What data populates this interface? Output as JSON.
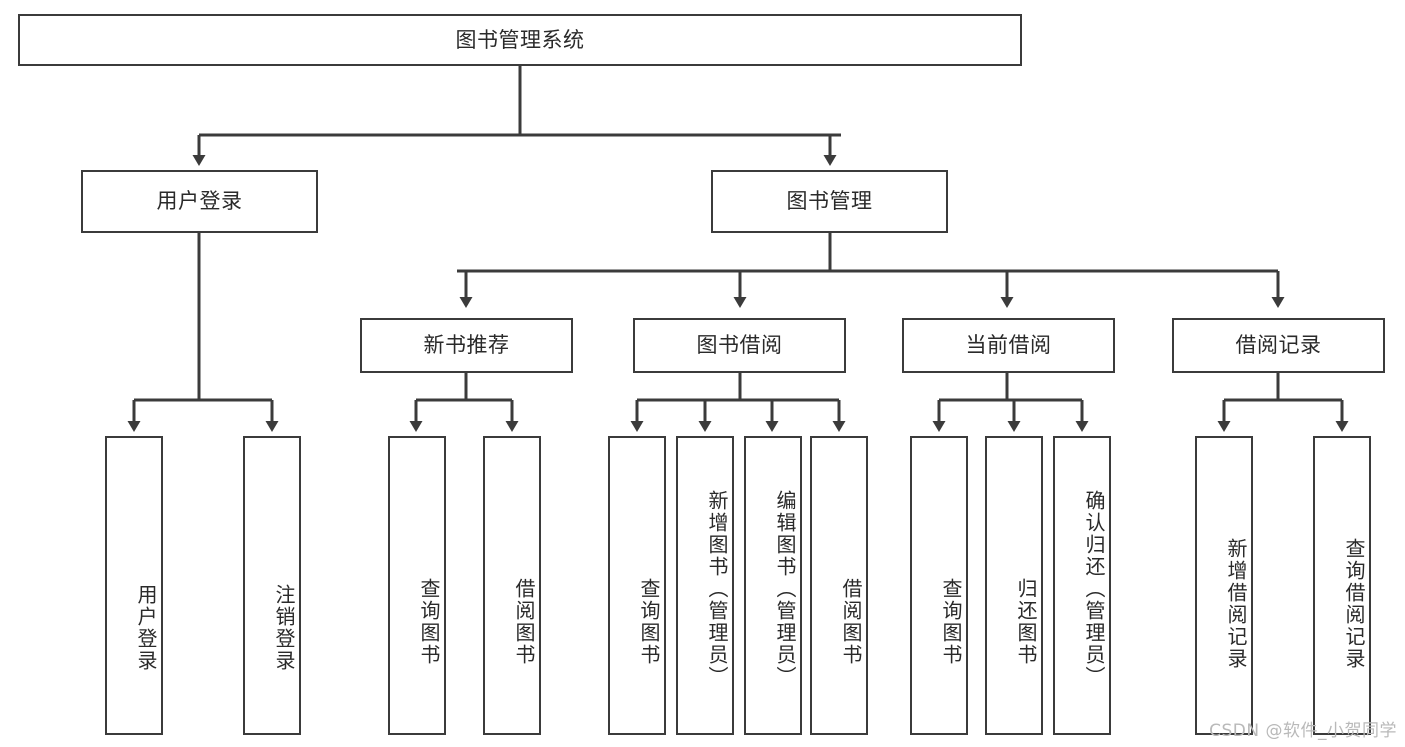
{
  "diagram": {
    "type": "tree-hierarchy",
    "title": "图书管理系统",
    "root": {
      "id": "root",
      "label": "图书管理系统",
      "orientation": "horizontal"
    },
    "level2": [
      {
        "id": "user-login",
        "label": "用户登录",
        "orientation": "horizontal"
      },
      {
        "id": "book-manage",
        "label": "图书管理",
        "orientation": "horizontal"
      }
    ],
    "level3": [
      {
        "id": "new-book-rec",
        "label": "新书推荐",
        "orientation": "horizontal"
      },
      {
        "id": "book-borrow",
        "label": "图书借阅",
        "orientation": "horizontal"
      },
      {
        "id": "current-borrow",
        "label": "当前借阅",
        "orientation": "horizontal"
      },
      {
        "id": "borrow-record",
        "label": "借阅记录",
        "orientation": "horizontal"
      }
    ],
    "leaves": [
      {
        "id": "leaf-user-login",
        "label": "用户登录",
        "parent": "user-login"
      },
      {
        "id": "leaf-logout",
        "label": "注销登录",
        "parent": "user-login"
      },
      {
        "id": "leaf-query-book-1",
        "label": "查询图书",
        "parent": "new-book-rec"
      },
      {
        "id": "leaf-borrow-book-1",
        "label": "借阅图书",
        "parent": "new-book-rec"
      },
      {
        "id": "leaf-query-book-2",
        "label": "查询图书",
        "parent": "book-borrow"
      },
      {
        "id": "leaf-add-book",
        "label": "新增图书（管理员）",
        "parent": "book-borrow"
      },
      {
        "id": "leaf-edit-book",
        "label": "编辑图书（管理员）",
        "parent": "book-borrow"
      },
      {
        "id": "leaf-borrow-book-2",
        "label": "借阅图书",
        "parent": "book-borrow"
      },
      {
        "id": "leaf-query-book-3",
        "label": "查询图书",
        "parent": "current-borrow"
      },
      {
        "id": "leaf-return-book",
        "label": "归还图书",
        "parent": "current-borrow"
      },
      {
        "id": "leaf-confirm-return",
        "label": "确认归还（管理员）",
        "parent": "current-borrow"
      },
      {
        "id": "leaf-add-record",
        "label": "新增借阅记录",
        "parent": "borrow-record"
      },
      {
        "id": "leaf-query-record",
        "label": "查询借阅记录",
        "parent": "borrow-record"
      }
    ],
    "colors": {
      "box_border": "#3b3b3b",
      "box_fill": "#ffffff",
      "connector": "#3b3b3b",
      "text": "#2a2a2a",
      "watermark": "#b9b9b9",
      "background": "#ffffff"
    }
  },
  "watermark": {
    "text": "CSDN @软件_小贺同学"
  }
}
